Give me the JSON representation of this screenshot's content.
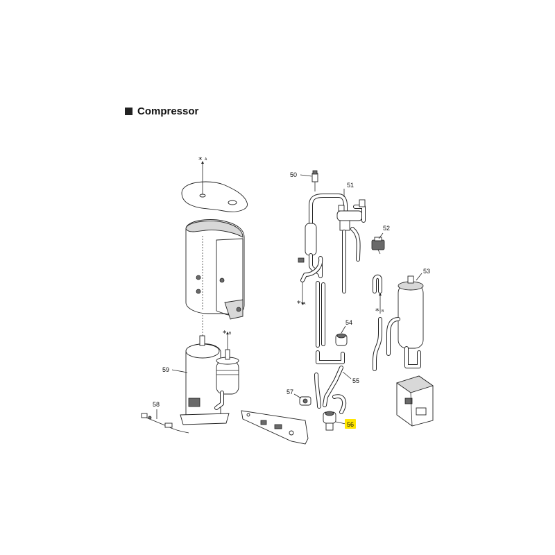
{
  "title": "Compressor",
  "labels": {
    "p50": "50",
    "p51": "51",
    "p52": "52",
    "p53": "53",
    "p54": "54",
    "p55": "55",
    "p56": "56",
    "p57": "57",
    "p58": "58",
    "p59": "59"
  },
  "ref_marks": {
    "star": "*",
    "a": "A",
    "b": "B"
  },
  "highlight_color": "#ffe600"
}
